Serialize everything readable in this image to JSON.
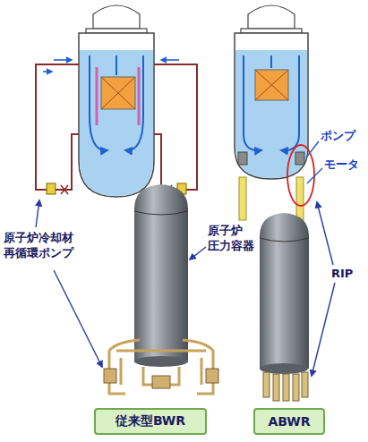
{
  "diagram": {
    "nodes": [
      {
        "text": [
          "従来型BWR"
        ]
      },
      {
        "text": [
          "ABWR"
        ]
      }
    ],
    "labels": [
      "ポンプ",
      "モータ",
      "原子炉冷却材 再循環ポンプ",
      "原子炉 圧力容器",
      "RIP"
    ]
  }
}
